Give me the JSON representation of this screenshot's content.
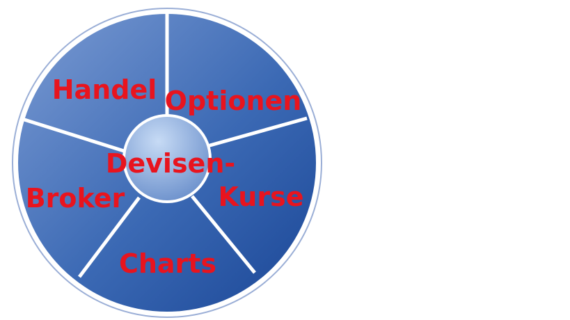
{
  "diagram": {
    "center_label_line1": "Devisen-",
    "segments": [
      {
        "label": "Handel"
      },
      {
        "label": "Optionen"
      },
      {
        "label": "Kurse"
      },
      {
        "label": "Charts"
      },
      {
        "label": "Broker"
      }
    ]
  },
  "colors": {
    "label_color": "#e8141e",
    "ring_dark": "#1f4fa0",
    "ring_light": "#6f93cf",
    "hub_light": "#b8cff0",
    "hub_dark": "#6f94cf",
    "divider": "#ffffff",
    "outline": "#8fa6cf"
  }
}
